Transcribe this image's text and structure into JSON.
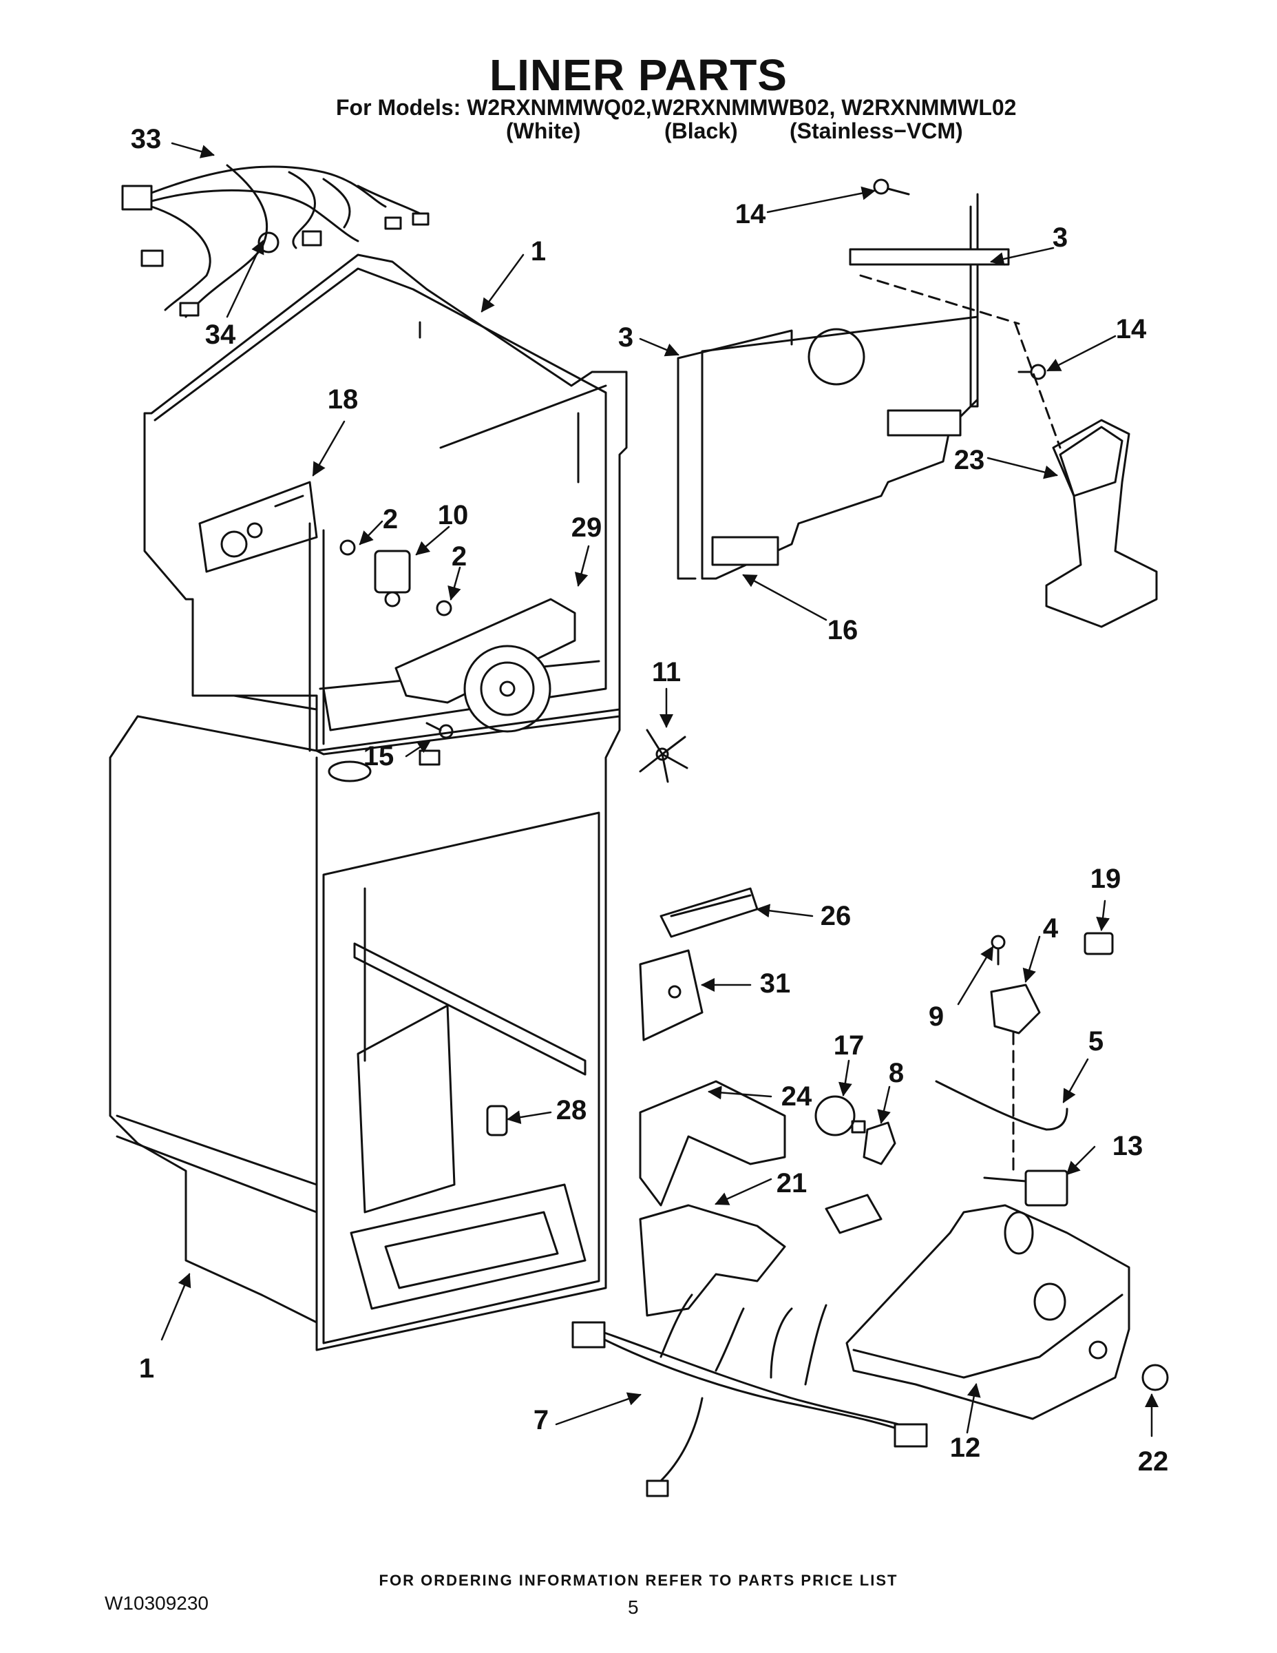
{
  "header": {
    "title": "LINER PARTS",
    "models_line": "For Models: W2RXNMMWQ02,W2RXNMMWB02, W2RXNMMWL02",
    "variants": [
      "(White)",
      "(Black)",
      "(Stainless−VCM)"
    ]
  },
  "callouts": [
    "33",
    "1",
    "34",
    "18",
    "2",
    "10",
    "2",
    "29",
    "14",
    "3",
    "3",
    "14",
    "23",
    "16",
    "11",
    "15",
    "26",
    "19",
    "4",
    "31",
    "9",
    "17",
    "8",
    "5",
    "24",
    "28",
    "13",
    "21",
    "1",
    "7",
    "12",
    "22"
  ],
  "footer": {
    "ordering_note": "FOR ORDERING INFORMATION REFER TO PARTS PRICE LIST",
    "document_number": "W10309230",
    "page_number": "5"
  }
}
